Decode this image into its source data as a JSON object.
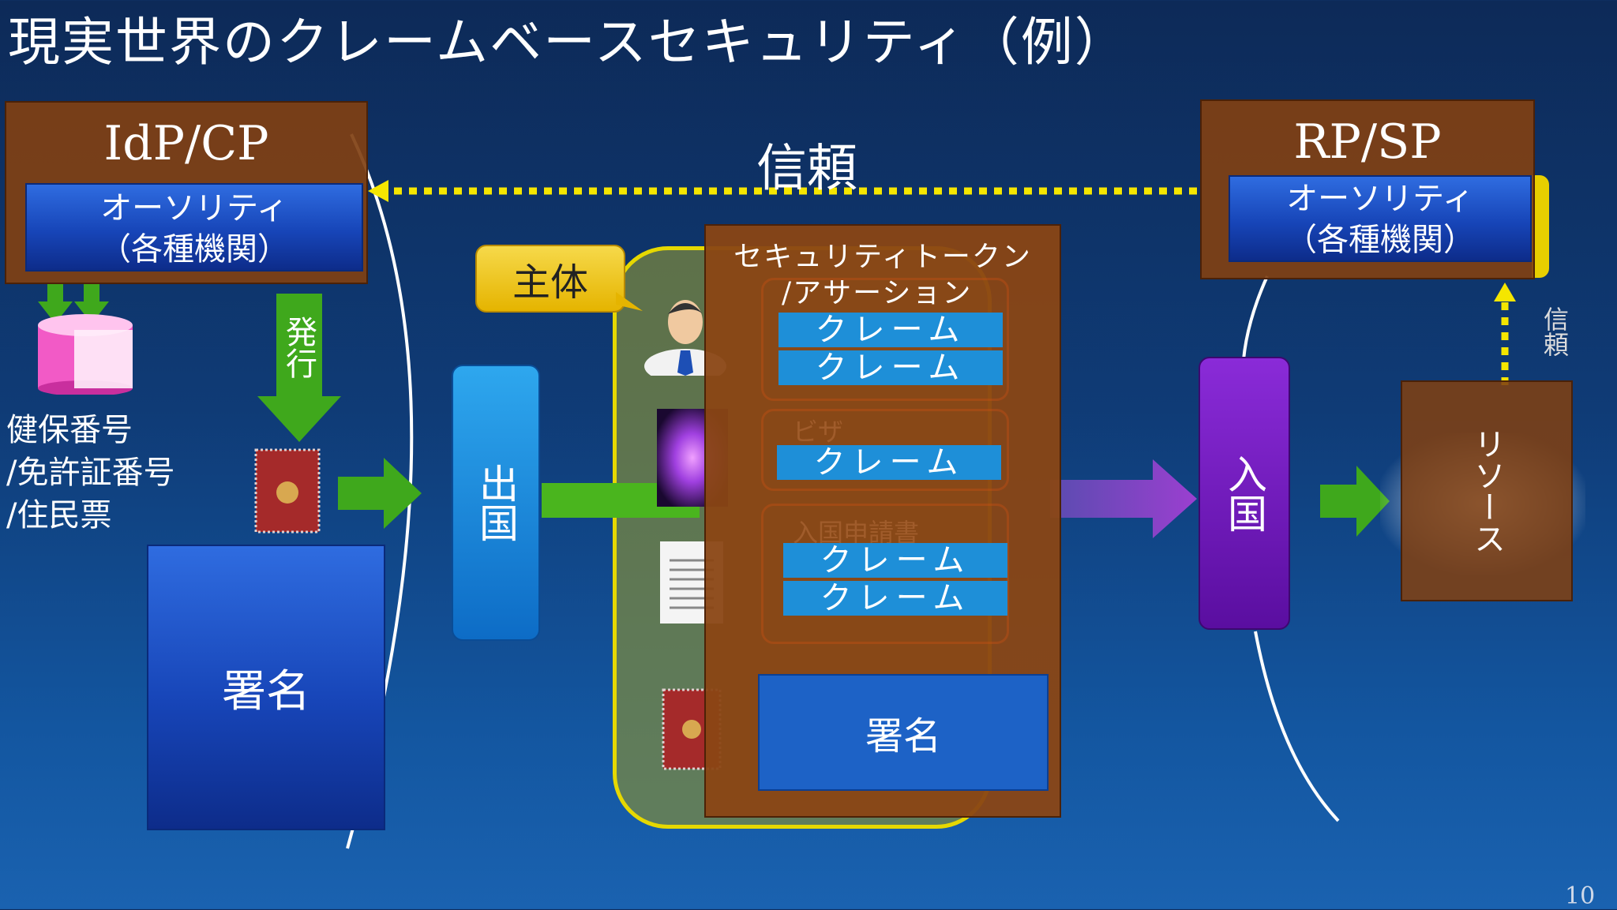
{
  "slide": {
    "title": "現実世界のクレームベースセキュリティ（例）",
    "page_number": "10"
  },
  "idp": {
    "label": "IdP/CP",
    "authority_line1": "オーソリティ",
    "authority_line2": "（各種機関）"
  },
  "rp": {
    "label": "RP/SP",
    "authority_line1": "オーソリティ",
    "authority_line2": "（各種機関）"
  },
  "trust": {
    "main_label": "信頼",
    "side_label": "信頼"
  },
  "issue": {
    "label": "発行"
  },
  "ids": {
    "line1": "健保番号",
    "line2": "/免許証番号",
    "line3": "/住民票"
  },
  "left_signature": "署名",
  "subject": {
    "label": "主体"
  },
  "departure": {
    "label": "出国"
  },
  "entry": {
    "label": "入国"
  },
  "token": {
    "title_line1": "セキュリティトークン",
    "title_line2": "/アサーション",
    "visa_label": "ビザ",
    "application_label": "入国申請書",
    "claims": [
      "クレーム",
      "クレーム",
      "クレーム",
      "クレーム",
      "クレーム"
    ],
    "signature": "署名"
  },
  "resource": {
    "label": "リソース"
  },
  "colors": {
    "background_top": "#0d2a58",
    "background_bottom": "#1a62b0",
    "brown": "#80401a",
    "claim_blue": "#1e8fd8",
    "trust_yellow": "#f5e600",
    "arrow_green": "#4ab51e",
    "entry_purple": "#7a1cb5"
  }
}
